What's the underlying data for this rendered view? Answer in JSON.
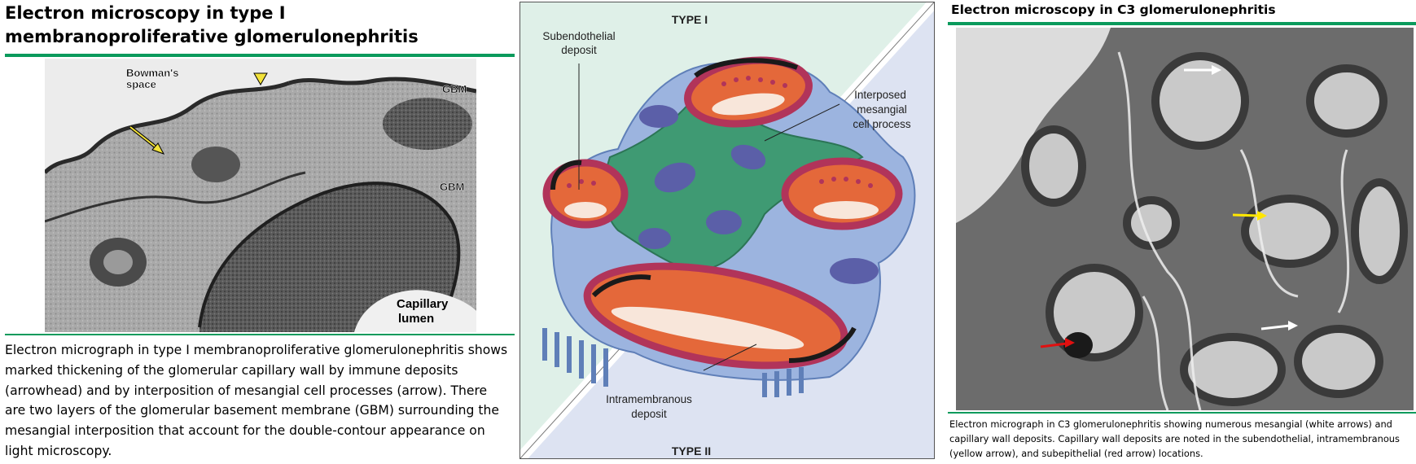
{
  "left": {
    "title": "Electron microscopy in type I membranoproliferative glomerulonephritis",
    "image_labels": {
      "bowmans_space": "Bowman's space",
      "gbm_top": "GBM",
      "gbm_mid": "GBM",
      "capillary_lumen": "Capillary lumen"
    },
    "caption": "Electron micrograph in type I membranoproliferative glomerulonephritis shows marked thickening of the glomerular capillary wall by immune deposits (arrowhead) and by interposition of mesangial cell processes (arrow). There are two layers of the glomerular basement membrane (GBM) surrounding the mesangial interposition that account for the double-contour appearance on light microscopy."
  },
  "middle": {
    "type_one": "TYPE I",
    "type_two": "TYPE II",
    "subendothelial": "Subendothelial deposit",
    "interposed": "Interposed mesangial cell process",
    "intramembranous": "Intramembranous deposit"
  },
  "right": {
    "title": "Electron microscopy in C3 glomerulonephritis",
    "caption": "Electron micrograph in C3 glomerulonephritis showing numerous mesangial (white arrows) and capillary wall deposits. Capillary wall deposits are noted in the subendothelial, intramembranous (yellow arrow), and subepithelial (red arrow) locations."
  },
  "colors": {
    "rule_green": "#0a9a5c",
    "type1_bg": "#dff0e8",
    "type2_bg": "#dde3f2",
    "mesangium": "#3f9a73",
    "capillary_wall": "#b1345a",
    "lumen_orange": "#e4683a",
    "podocyte_blue": "#9cb4df"
  }
}
